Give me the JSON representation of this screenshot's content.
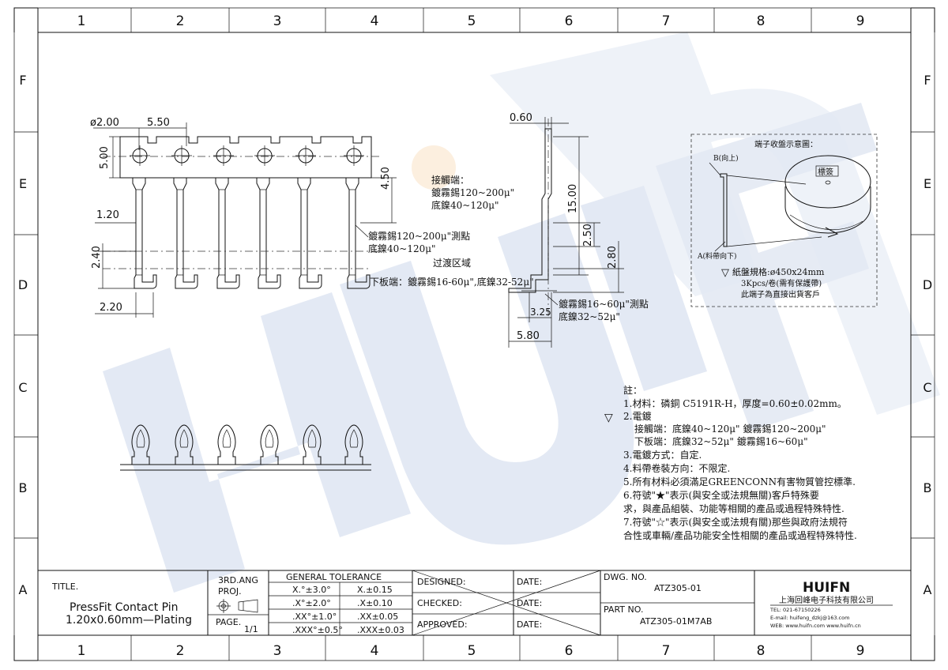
{
  "grid": {
    "columns": [
      "1",
      "2",
      "3",
      "4",
      "5",
      "6",
      "7",
      "8",
      "9"
    ],
    "rows": [
      "F",
      "E",
      "D",
      "C",
      "B",
      "A"
    ]
  },
  "watermark": "HUIFN",
  "dimensions": {
    "hole_dia": "ø2.00",
    "pitch": "5.50",
    "carrier_height": "5.00",
    "pin_width": "1.20",
    "len_450": "4.50",
    "len_240": "2.40",
    "foot_220": "2.20",
    "thickness": "0.60",
    "len_1500": "15.00",
    "len_250": "2.50",
    "len_280": "2.80",
    "foot_325": "3.25",
    "foot_580": "5.80"
  },
  "annotations": {
    "contact_title": "接觸端：",
    "contact_l1": "鍍霧錫120~200μ\"",
    "contact_l2": "底鎳40~120μ\"",
    "mid_l1": "鍍霧錫120~200μ\"測點",
    "mid_l2": "底鎳40~120μ\"",
    "transition": "过渡区域",
    "board_end": "下板端：鍍霧錫16-60μ\",底鎳32-52μ\"",
    "side_l1": "鍍霧錫16~60μ\"測點",
    "side_l2": "底鎳32~52μ\""
  },
  "reel": {
    "title": "端子收盤示意圖：",
    "label_b": "B(向上)",
    "label_a": "A(料帶向下)",
    "label_box": "標簽",
    "spec_sym": "▽",
    "spec_l1": "紙盤規格:ø450x24mm",
    "spec_l2": "3Kpcs/卷(需有保護帶)",
    "spec_l3": "此端子為直接出貨客戶"
  },
  "notes": {
    "heading": "註：",
    "n1": "1.材料：磷銅 C5191R-H，厚度=0.60±0.02mm。",
    "n2_sym": "▽",
    "n2": "2.電鍍",
    "n2a": "接觸端：底鎳40~120μ\" 鍍霧錫120~200μ\"",
    "n2b": "下板端：底鎳32~52μ\" 鍍霧錫16~60μ\"",
    "n3": "3.電鍍方式：自定.",
    "n4": "4.料帶卷裝方向：不限定.",
    "n5": "5.所有材料必須滿足GREENCONN有害物質管控標準.",
    "n6a": "6.符號\"★\"表示(與安全或法規無關)客戶特殊要",
    "n6b": "求，與產品組裝、功能等相關的產品或過程特殊特性.",
    "n7a": "7.符號\"☆\"表示(與安全或法規有關)那些與政府法規符",
    "n7b": "合性或車輛/產品功能安全性相關的產品或過程特殊特性."
  },
  "title_block": {
    "title_label": "TITLE.",
    "title_l1": "PressFit Contact Pin",
    "title_l2": "1.20x0.60mm—Plating",
    "proj_l1": "3RD.ANG",
    "proj_l2": "PROJ.",
    "page_label": "PAGE.",
    "page_value": "1/1",
    "tol_header": "GENERAL  TOLERANCE",
    "tolerances": [
      [
        "X.°±3.0°",
        "X.±0.15"
      ],
      [
        ".X°±2.0°",
        ".X±0.10"
      ],
      [
        ".XX°±1.0°",
        ".XX±0.05"
      ],
      [
        ".XXX°±0.5°",
        ".XXX±0.03"
      ]
    ],
    "designed": "DESIGNED:",
    "checked": "CHECKED:",
    "approved": "APPROVED:",
    "date1": "DATE:",
    "date2": "DATE:",
    "date3": "DATE:",
    "dwg_label": "DWG. NO.",
    "dwg_value": "ATZ305-01",
    "part_label": "PART NO.",
    "part_value": "ATZ305-01M7AB",
    "logo": "HUIFN",
    "company": "上海回峰电子科技有限公司",
    "tel": "TEL: 021-67150226",
    "email": "E-mail: huifeng_dzkj@163.com",
    "web": "WEB: www.huifn.com  www.huifn.cn"
  }
}
